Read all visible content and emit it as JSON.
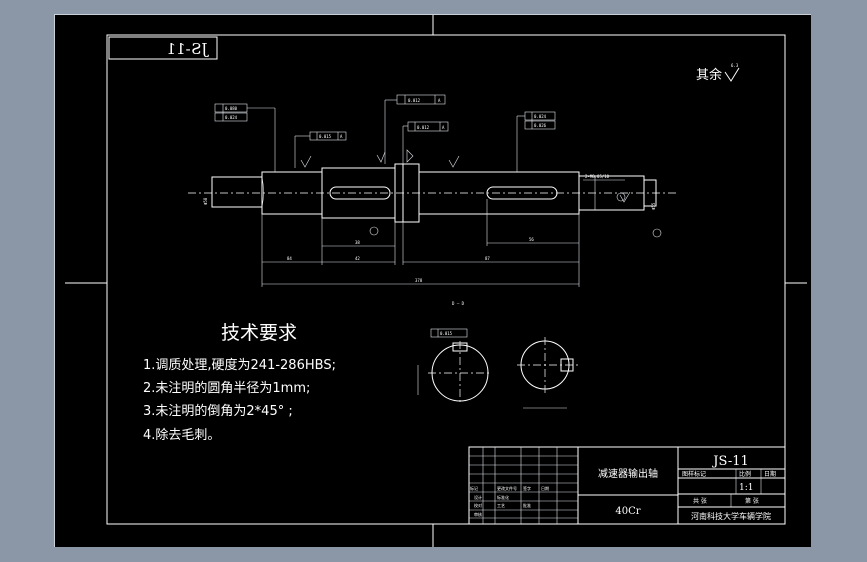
{
  "mirrored_code": "JS-11",
  "roughness_note": "其余",
  "roughness_value": "6.3",
  "requirements": {
    "title": "技术要求",
    "items": [
      "1.调质处理,硬度为241-286HBS;",
      "2.未注明的圆角半径为1mm;",
      "3.未注明的倒角为2*45°  ;",
      "4.除去毛刺。"
    ]
  },
  "section_label": "D — D",
  "tolerances": {
    "left_top": "0.080",
    "left_bottom": "0.024",
    "a": "0.012",
    "b": "0.015",
    "c": "0.012",
    "right_top": "0.024",
    "right_bottom": "0.026",
    "section": "0.015"
  },
  "datum": "A",
  "dims": {
    "total": "378",
    "d1": "84",
    "d2": "42",
    "d3": "87",
    "d4": "38",
    "d5": "56",
    "thread": "2-M8.05/10"
  },
  "title_block": {
    "part_name": "减速器输出轴",
    "drawing_no": "JS-11",
    "material": "40Cr",
    "scale_header": "图样标记",
    "weight_header": "比例",
    "ratio_header": "日期",
    "scale": "1:1",
    "sheet_total": "共  张",
    "sheet_no": "第  张",
    "school": "河南科技大学车辆学院",
    "rev_labels": [
      "标记",
      "更改文件号",
      "签字",
      "日期"
    ],
    "design": "设计",
    "standard": "标准化",
    "check": "校对",
    "approve": "审核",
    "process": "工艺",
    "approval": "批准"
  }
}
